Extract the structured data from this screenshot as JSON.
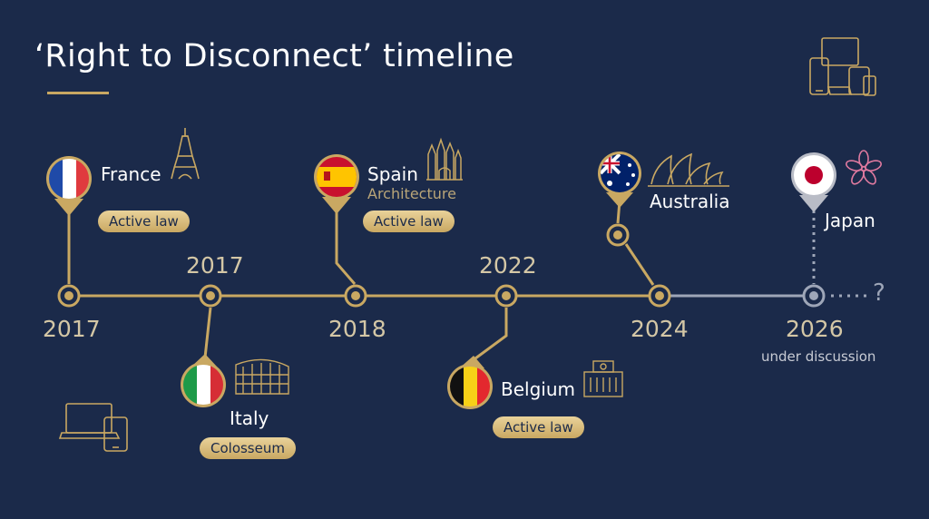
{
  "title": "‘Right to Disconnect’ timeline",
  "years": {
    "france": "2017",
    "italy": "2017",
    "spain": "2018",
    "belgium": "2022",
    "australia": "2024",
    "japan": "2026"
  },
  "countries": {
    "france": "France",
    "italy": "Italy",
    "spain": "Spain",
    "belgium": "Belgium",
    "australia": "Australia",
    "japan": "Japan"
  },
  "badges": {
    "france": "Active law",
    "spain": "Active law",
    "belgium": "Active law",
    "italy": "Colosseum"
  },
  "subtitles": {
    "spain": "Architecture"
  },
  "notes": {
    "japan": "under discussion",
    "question": "?"
  },
  "icons": {
    "france": "eiffel-tower-icon",
    "italy": "colosseum-icon",
    "spain": "sagrada-familia-icon",
    "belgium": "eu-building-icon",
    "australia": "opera-house-icon",
    "japan": "cherry-blossom-icon",
    "top_right": "devices-icon",
    "bottom_left": "laptop-tablet-icon"
  },
  "colors": {
    "background": "#1b2a4a",
    "gold": "#c9a862",
    "future_line": "#9ea6b8"
  }
}
